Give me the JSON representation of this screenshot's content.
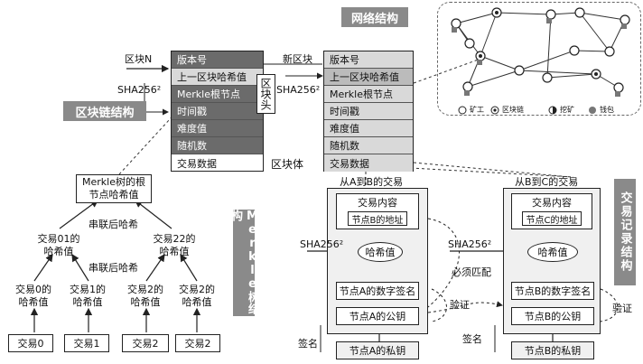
{
  "section_titles": {
    "blockchain": "区块链结构",
    "network": "网络结构",
    "merkle": "Merkle树结构",
    "tx_record": "交易记录结构"
  },
  "block_n": {
    "label": "区块N",
    "sha": "SHA256²",
    "rows": [
      "版本号",
      "上一区块哈希值",
      "Merkle根节点",
      "时间戳",
      "难度值",
      "随机数",
      "交易数据"
    ],
    "header_label": "区块头"
  },
  "new_block": {
    "label": "新区块",
    "sha": "SHA256²",
    "rows": [
      "版本号",
      "上一区块哈希值",
      "Merkle根节点",
      "时间戳",
      "难度值",
      "随机数",
      "交易数据"
    ],
    "body_label": "区块体"
  },
  "network_legend": [
    "矿工",
    "区块链",
    "挖矿",
    "钱包"
  ],
  "merkle": {
    "root": "Merkle树的根节点哈希值",
    "concat_top": "串联后哈希",
    "concat_bottom": "串联后哈希",
    "level2": [
      "交易01的哈希值",
      "交易22的哈希值"
    ],
    "level1": [
      "交易0的哈希值",
      "交易1的哈希值",
      "交易2的哈希值",
      "交易2的哈希值"
    ],
    "leaves": [
      "交易0",
      "交易1",
      "交易2",
      "交易2"
    ]
  },
  "tx_a_to_b": {
    "title": "从A到B的交易",
    "content": "交易内容",
    "address": "节点B的地址",
    "hash": "哈希值",
    "sha": "SHA256²",
    "signature": "节点A的数字签名",
    "pubkey": "节点A的公钥",
    "privkey": "节点A的私钥",
    "sign": "签名"
  },
  "tx_b_to_c": {
    "title": "从B到C的交易",
    "content": "交易内容",
    "address": "节点C的地址",
    "hash": "哈希值",
    "sha": "SHA256²",
    "signature": "节点B的数字签名",
    "pubkey": "节点B的公钥",
    "privkey": "节点B的私钥",
    "sign": "签名"
  },
  "verify_labels": [
    "验证",
    "验证"
  ],
  "match_label": "必须匹配"
}
